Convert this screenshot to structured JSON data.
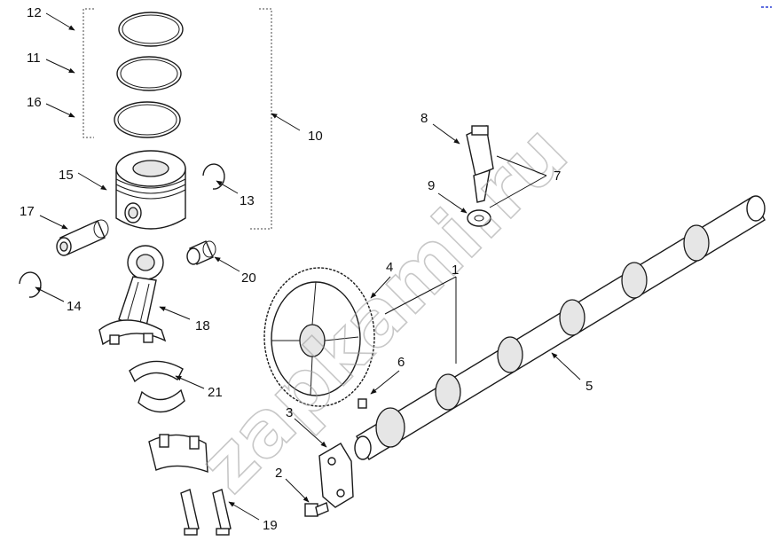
{
  "watermark": "zapkami.ru",
  "callouts": {
    "n1": "1",
    "n2": "2",
    "n3": "3",
    "n4": "4",
    "n5": "5",
    "n6": "6",
    "n7": "7",
    "n8": "8",
    "n9": "9",
    "n10": "10",
    "n11": "11",
    "n12": "12",
    "n13": "13",
    "n14": "14",
    "n15": "15",
    "n16": "16",
    "n17": "17",
    "n18": "18",
    "n19": "19",
    "n20": "20",
    "n21": "21"
  },
  "colors": {
    "line": "#1a1a1a",
    "shade": "#e6e6e6",
    "watermark": "#9a9a9a",
    "corner_mark": "#2a3fd6"
  }
}
